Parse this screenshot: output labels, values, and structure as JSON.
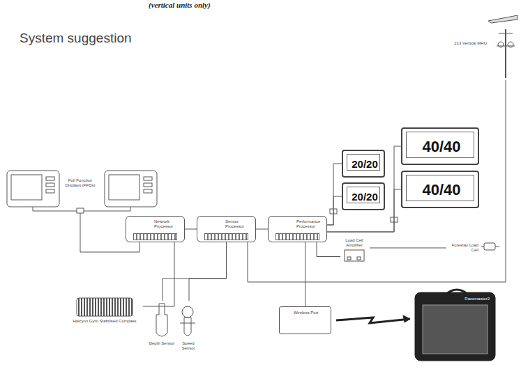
{
  "diagram": {
    "title": "System suggestion",
    "nodes": [
      {
        "text": [
          "Full Function Displays (FFDs)"
        ]
      },
      {
        "text": [
          "Network Processor"
        ]
      },
      {
        "text": [
          "Sensor Processor"
        ]
      },
      {
        "text": [
          "Performance Processor"
        ]
      },
      {
        "text": [
          "Load Cell Amplifier"
        ]
      },
      {
        "text": [
          "20/20"
        ]
      },
      {
        "text": [
          "20/20"
        ]
      },
      {
        "text": [
          "40/40"
        ]
      },
      {
        "text": [
          "40/40"
        ]
      },
      {
        "text": [
          "213 Vertical MHU"
        ]
      },
      {
        "text": [
          "Forestay Load Cell"
        ]
      },
      {
        "text": [
          "Halcyon Gyro Stabilised Compass"
        ]
      },
      {
        "text": [
          "Depth Sensor"
        ]
      },
      {
        "text": [
          "Speed Sensor"
        ]
      },
      {
        "text": [
          "Wireless Port"
        ]
      },
      {
        "text": [
          "Racemaster2"
        ]
      }
    ],
    "edges": [
      {
        "from": 0,
        "to": 1,
        "arrow": "none"
      },
      {
        "from": 1,
        "to": 2,
        "arrow": "none"
      },
      {
        "from": 2,
        "to": 3,
        "arrow": "none"
      },
      {
        "from": 3,
        "to": 5,
        "arrow": "none"
      },
      {
        "from": 3,
        "to": 6,
        "arrow": "none"
      },
      {
        "from": 3,
        "to": 7,
        "arrow": "none"
      },
      {
        "from": 3,
        "to": 8,
        "arrow": "none"
      },
      {
        "from": 3,
        "to": 4,
        "arrow": "none"
      },
      {
        "from": 4,
        "to": 10,
        "arrow": "none"
      },
      {
        "from": 2,
        "to": 9,
        "arrow": "none"
      },
      {
        "from": 1,
        "to": 11,
        "arrow": "none"
      },
      {
        "from": 2,
        "to": 12,
        "arrow": "none"
      },
      {
        "from": 2,
        "to": 13,
        "arrow": "none"
      },
      {
        "from": 3,
        "to": 14,
        "arrow": "none"
      }
    ],
    "labels": [
      "(vertical units only)"
    ]
  }
}
